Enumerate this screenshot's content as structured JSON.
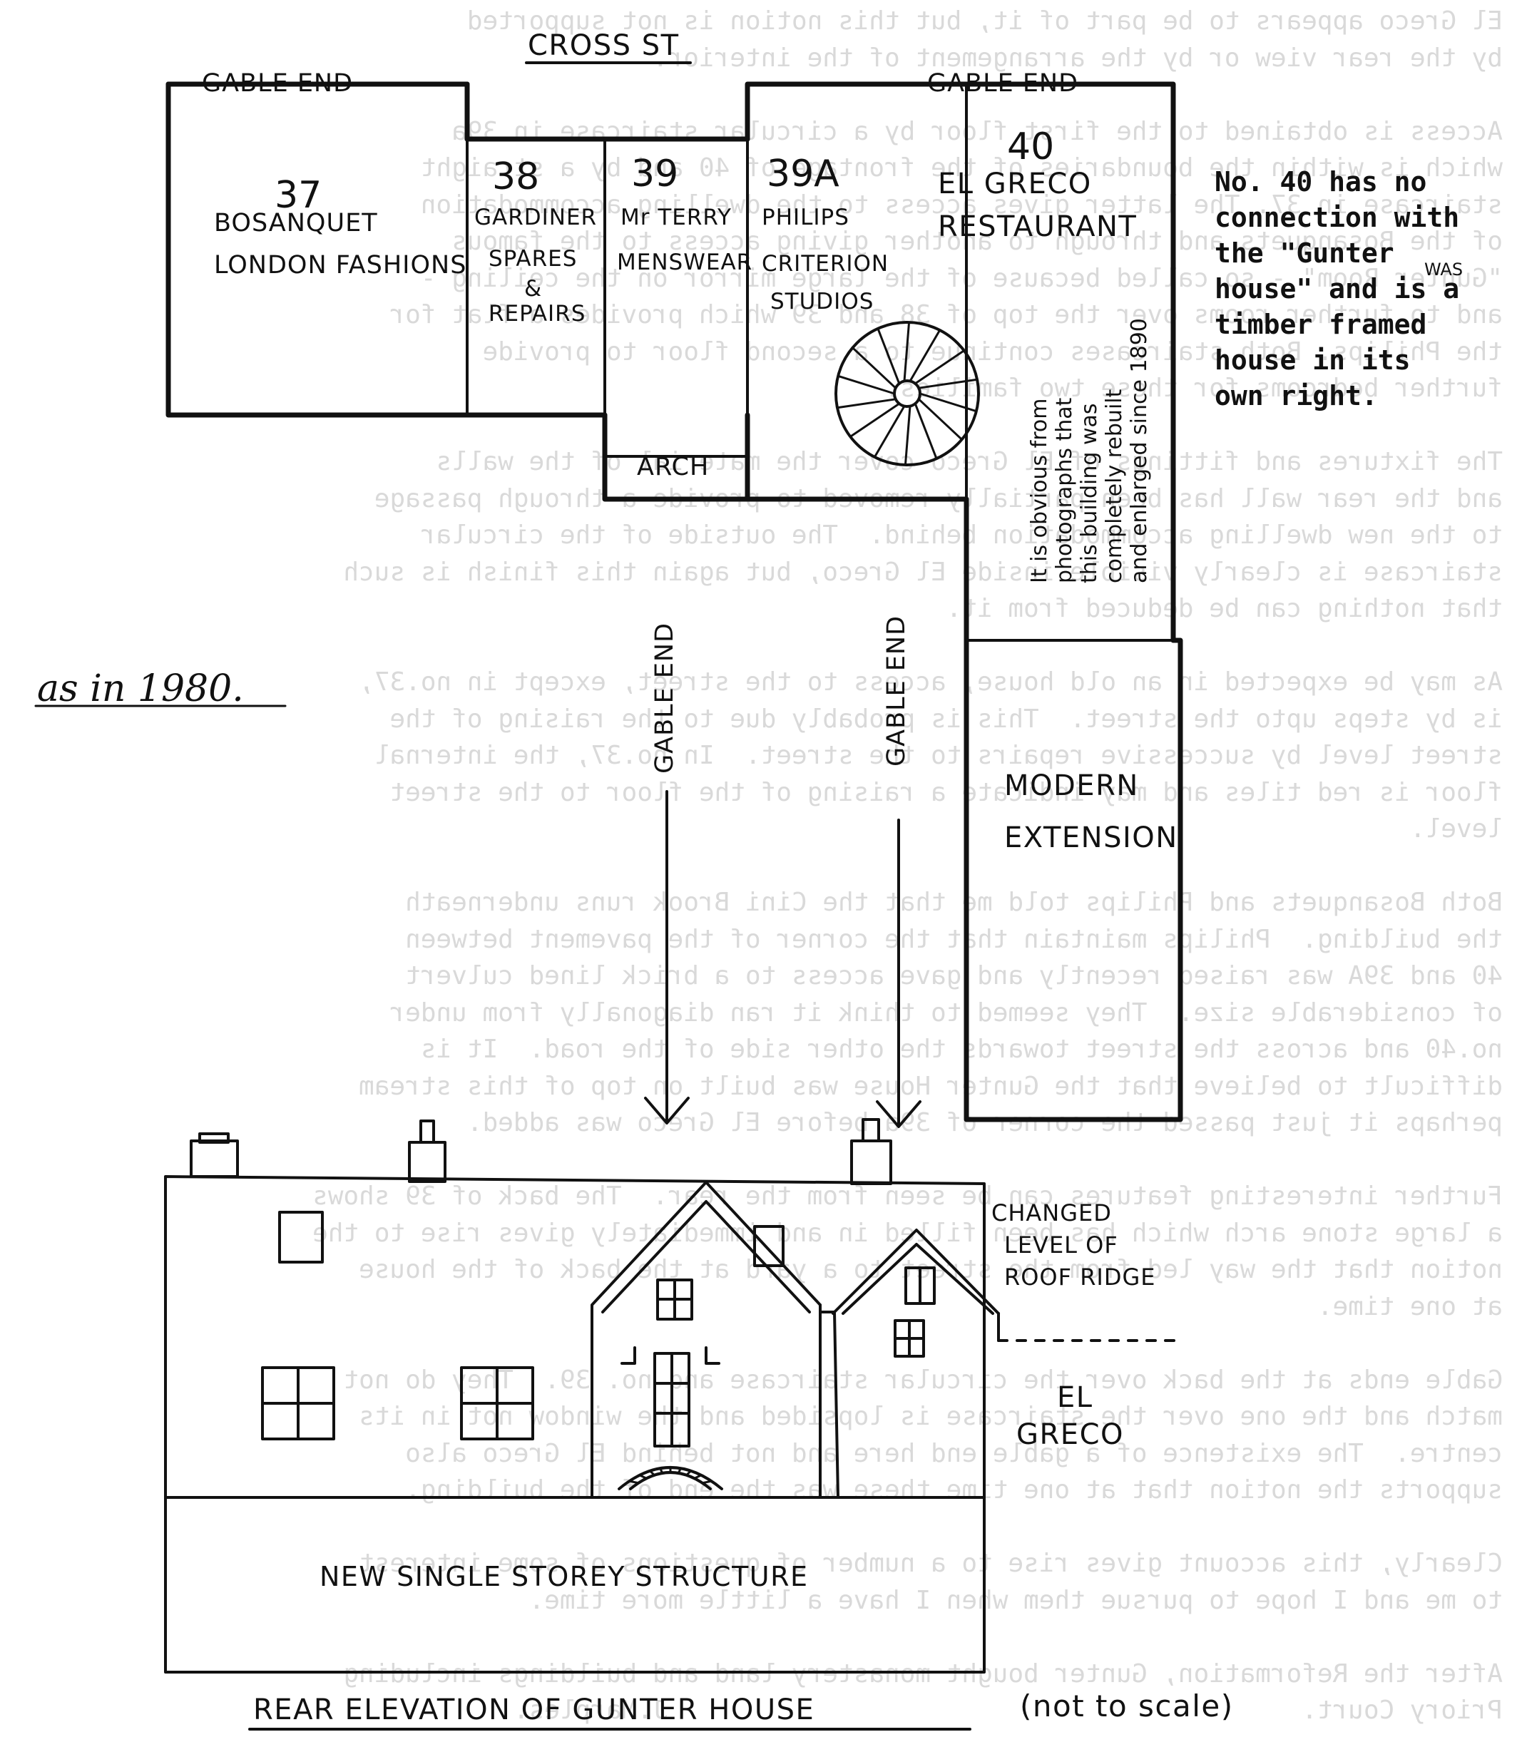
{
  "bleed_through_text": [
    "El Greco appears to be part of it, but this notion is not supported",
    "by the rear view or by the arrangement of the interior.",
    "",
    "Access is obtained to the first floor by a circular staircase in 39a",
    "which is within the boundaries of the frontage of 40 and by a straight",
    "staircase in 37. The latter gives access to the dwelling accommodation",
    "of the Bosanquets and through to another giving access to the famous",
    "\"Gunter Room\" - so called because of the large mirror on the ceiling -",
    "and to further rooms over the top of 38 and 39 which provides a flat for",
    "the Philips. Both staircases continue to a second floor to provide",
    "further bedrooms for these two families.",
    "",
    "The fixtures and fittings of El Greco cover the material of the walls",
    "and the rear wall has been partially removed to provide a through passage",
    "to the new dwelling accommodation behind.  The outside of the circular",
    "staircase is clearly visible inside El Greco, but again this finish is such",
    "that nothing can be deduced from it.",
    "",
    "As may be expected in an old house, access to the street, except in no.37,",
    "is by steps upto the street.  This is probably due to the raising of the",
    "street level by successive repairs to the street.  In no.37, the internal",
    "floor is red tiles and may indicate a raising of the floor to the street",
    "level.",
    "",
    "Both Bosanquets and Philips told me that the Cini Brook runs underneath",
    "the building.  Philips maintain that the corner of the pavement between",
    "40 and 39A was raised recently and gave access to a brick lined culvert",
    "of considerable size.  They seemed to think it ran diagonally from under",
    "no.40 and across the street towards the other side of the road.  It is",
    "difficult to believe that the Gunter House was built on top of this stream",
    "perhaps it just passed the corner of 39a before El Greco was added.",
    "",
    "Further interesting features can be seen from the rear.  The back of 39 shows",
    "a large stone arch which has been filled in and immediately gives rise to the",
    "notion that the way led from the street to a yard at the back of the house",
    "at one time.",
    "",
    "Gable ends at the back over the circular staircase and no. 39.  They do not",
    "match and the one over the staircase is lopsided and the window not in its",
    "centre.  The existence of a gable end here and not behind El Greco also",
    "supports the notion that at one time these was the end of the building.",
    "",
    "Clearly, this account gives rise to a number of questions of some interest",
    "to me and I hope to pursue them when I have a little more time.",
    "",
    "After the Reformation, Gunter bought monastery land and buildings including",
    "Priory Court.                                         J.Marples."
  ],
  "plan": {
    "street": "CROSS ST",
    "gable_end_left": "GABLE END",
    "gable_end_right": "GABLE END",
    "units": [
      {
        "number": "37",
        "name": "BOSANQUET",
        "use": "LONDON FASHIONS",
        "extra": ""
      },
      {
        "number": "38",
        "name": "GARDINER",
        "use": "SPARES",
        "extra": "&",
        "extra2": "REPAIRS"
      },
      {
        "number": "39",
        "name": "Mr TERRY",
        "use": "MENSWEAR",
        "extra": ""
      },
      {
        "number": "39A",
        "name": "PHILIPS",
        "use": "CRITERION",
        "extra": "STUDIOS"
      },
      {
        "number": "40",
        "name": "EL GRECO",
        "use": "RESTAURANT",
        "extra": ""
      }
    ],
    "arch": "ARCH",
    "gable_end_vertical_1": "GABLE END",
    "gable_end_vertical_2": "GABLE END",
    "rebuilt_note": [
      "It is obvious from",
      "photographs that",
      "this building was",
      "completely rebuilt",
      "and enlarged since 1890"
    ],
    "modern_extension": [
      "MODERN",
      "EXTENSION"
    ],
    "as_in": "as in 1980."
  },
  "side_note": {
    "lines": [
      "No. 40 has no",
      "connection with",
      "the \"Gunter",
      "house\" and is a",
      "timber framed",
      "house in its",
      "own right."
    ],
    "struck_word": "is",
    "inserted_word": "WAS"
  },
  "elevation": {
    "changed_level": [
      "CHANGED",
      "LEVEL OF",
      "ROOF RIDGE"
    ],
    "el_greco": [
      "EL",
      "GRECO"
    ],
    "new_structure": "NEW SINGLE STOREY STRUCTURE",
    "title": "REAR ELEVATION OF GUNTER HOUSE",
    "scale_note": "(not to scale)"
  }
}
